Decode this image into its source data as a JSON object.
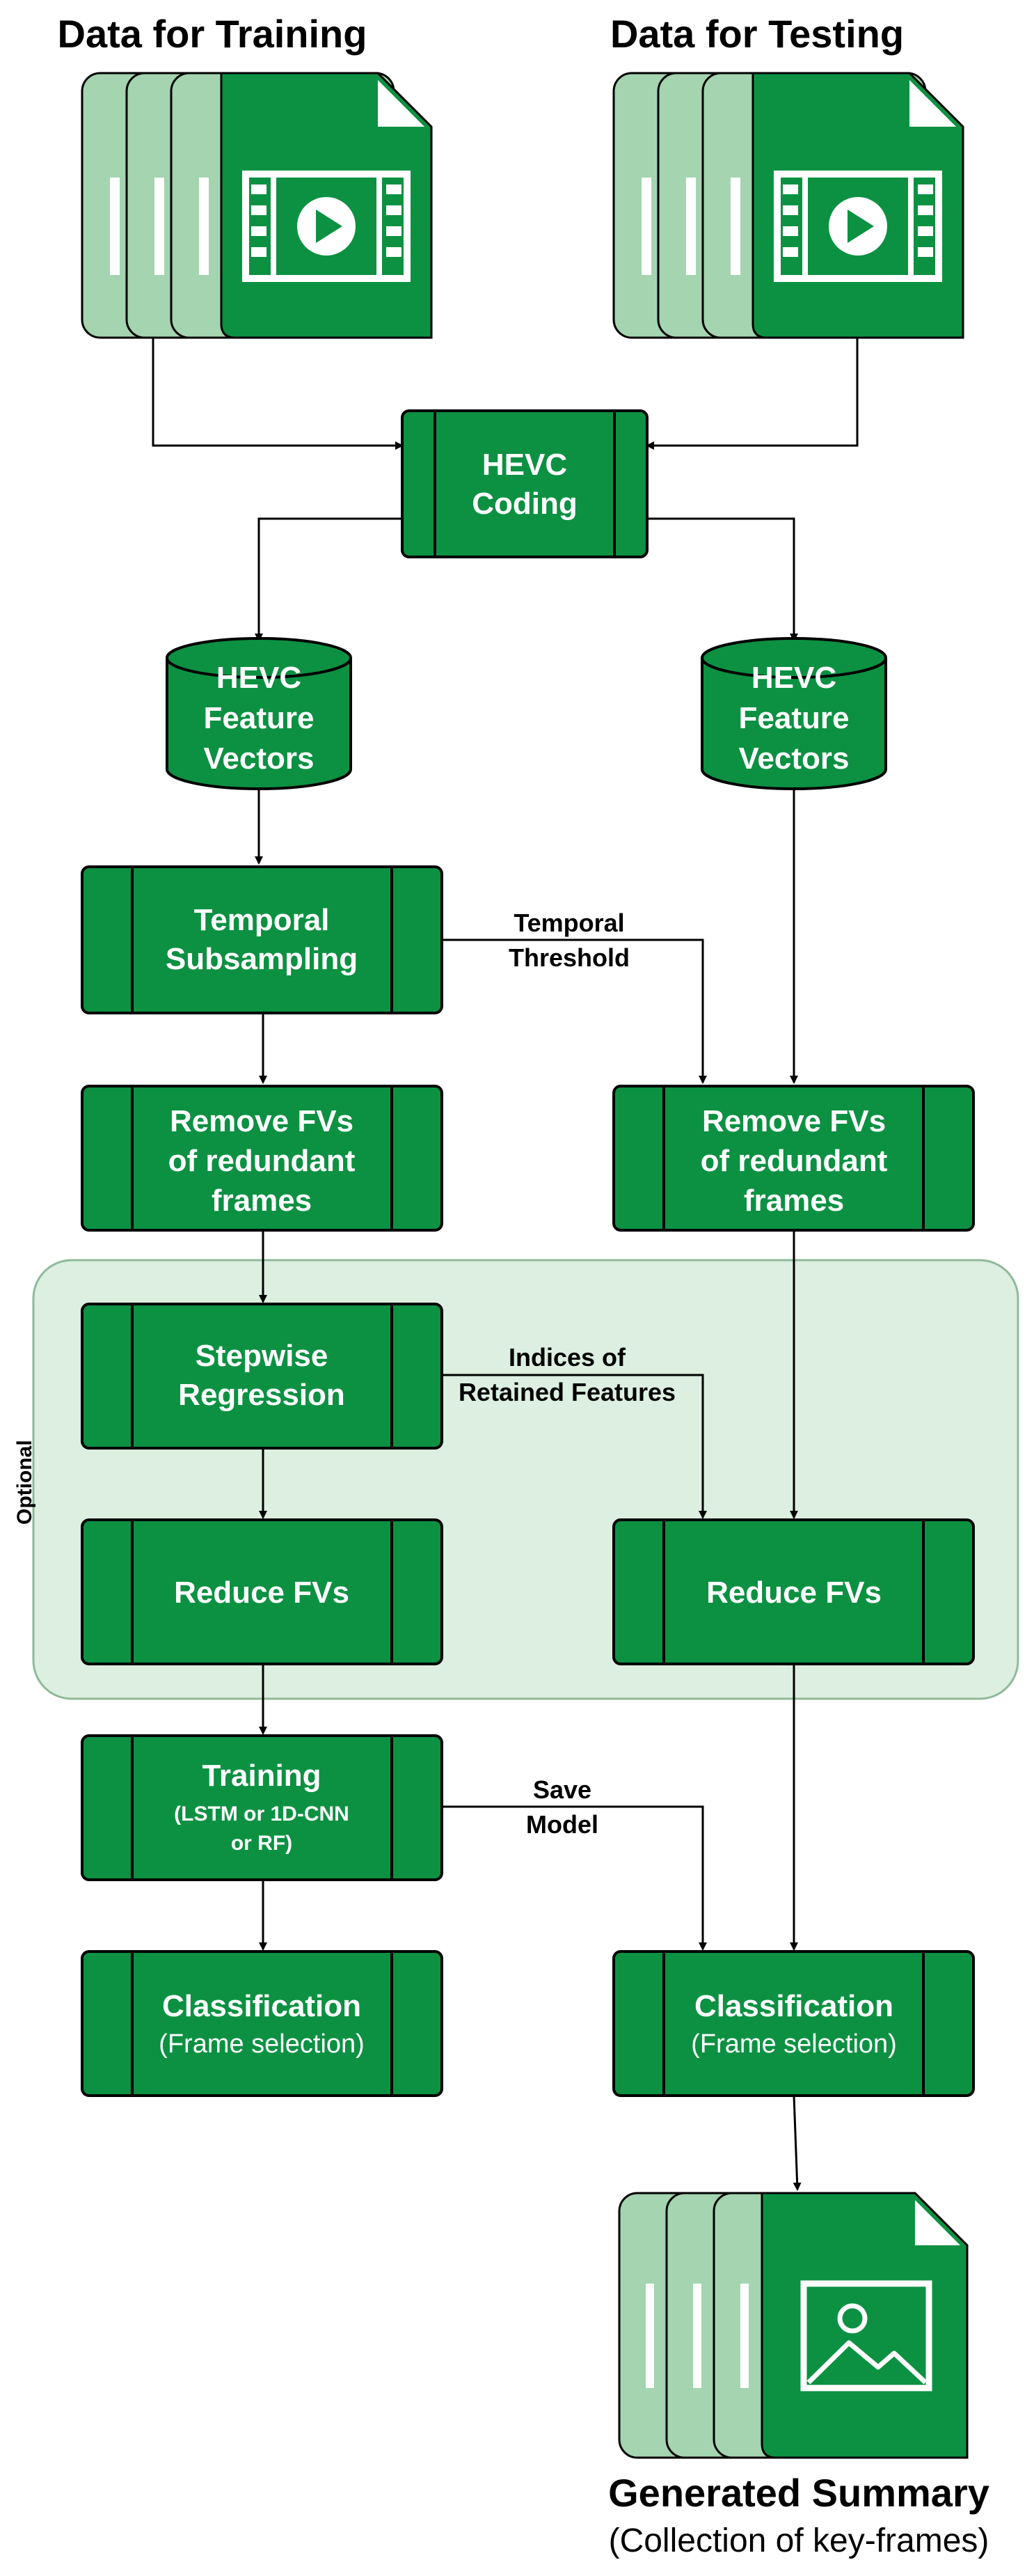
{
  "headers": {
    "training": "Data for Training",
    "testing": "Data for Testing"
  },
  "boxes": {
    "hevc_coding": [
      "HEVC",
      "Coding"
    ],
    "fv_left": [
      "HEVC",
      "Feature",
      "Vectors"
    ],
    "fv_right": [
      "HEVC",
      "Feature",
      "Vectors"
    ],
    "temporal_subsampling": [
      "Temporal",
      "Subsampling"
    ],
    "remove_left": [
      "Remove FVs",
      "of redundant",
      "frames"
    ],
    "remove_right": [
      "Remove FVs",
      "of redundant",
      "frames"
    ],
    "stepwise": [
      "Stepwise",
      "Regression"
    ],
    "reduce_left": "Reduce FVs",
    "reduce_right": "Reduce FVs",
    "training": "Training",
    "training_sub": [
      "(LSTM or 1D-CNN",
      "or RF)"
    ],
    "class_left": "Classification",
    "class_left_sub": "(Frame selection)",
    "class_right": "Classification",
    "class_right_sub": "(Frame selection)"
  },
  "edge_labels": {
    "temporal_threshold": [
      "Temporal",
      "Threshold"
    ],
    "indices": [
      "Indices of",
      "Retained Features"
    ],
    "save_model": [
      "Save",
      "Model"
    ]
  },
  "optional_label": "Optional",
  "footer": {
    "title": "Generated Summary",
    "subtitle": "(Collection of key-frames)"
  },
  "colors": {
    "green": "#0c9142",
    "green_light": "#a4d4b0",
    "region": "#dcefe0",
    "border": "#000000"
  },
  "icons": {
    "input_docs": "video-file-icon",
    "output_docs": "image-file-icon"
  }
}
